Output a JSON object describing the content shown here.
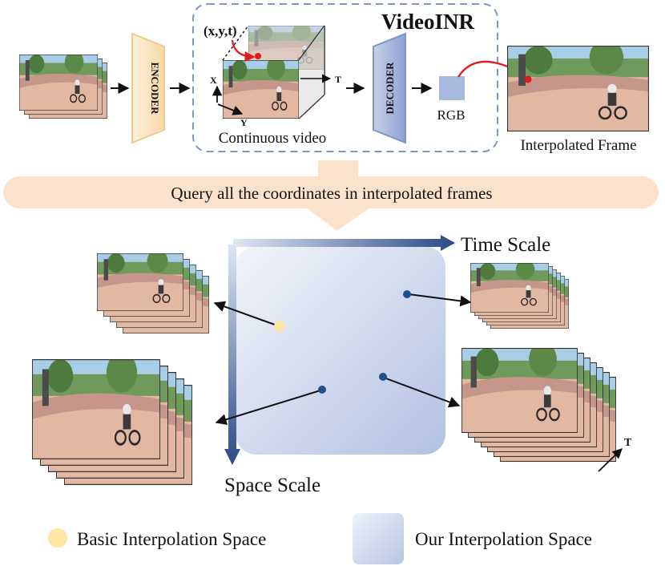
{
  "top": {
    "title": "VideoINR",
    "encoder_label": "ENCODER",
    "decoder_label": "DECODER",
    "coord_label": "(x,y,t)",
    "axis_x": "X",
    "axis_y": "Y",
    "axis_t": "T",
    "continuous_label": "Continuous video",
    "rgb_label": "RGB",
    "output_label": "Interpolated Frame"
  },
  "banner": {
    "text": "Query all the coordinates in interpolated frames"
  },
  "space": {
    "time_axis_label": "Time Scale",
    "space_axis_label": "Space Scale",
    "t_label": "T"
  },
  "legend": {
    "basic_label": "Basic Interpolation Space",
    "ours_label": "Our Interpolation Space"
  },
  "colors": {
    "encoder_fill": "#fbe7c4",
    "decoder_fill": "#a9b8dc",
    "dashed_border": "#7f95c8",
    "banner_fill": "#fbe2cc",
    "basic_point": "#fbe6a6",
    "our_point": "#1f4e8c",
    "axis_gradient_end": "#2c4a86",
    "red_arrow": "#e01b1b"
  }
}
